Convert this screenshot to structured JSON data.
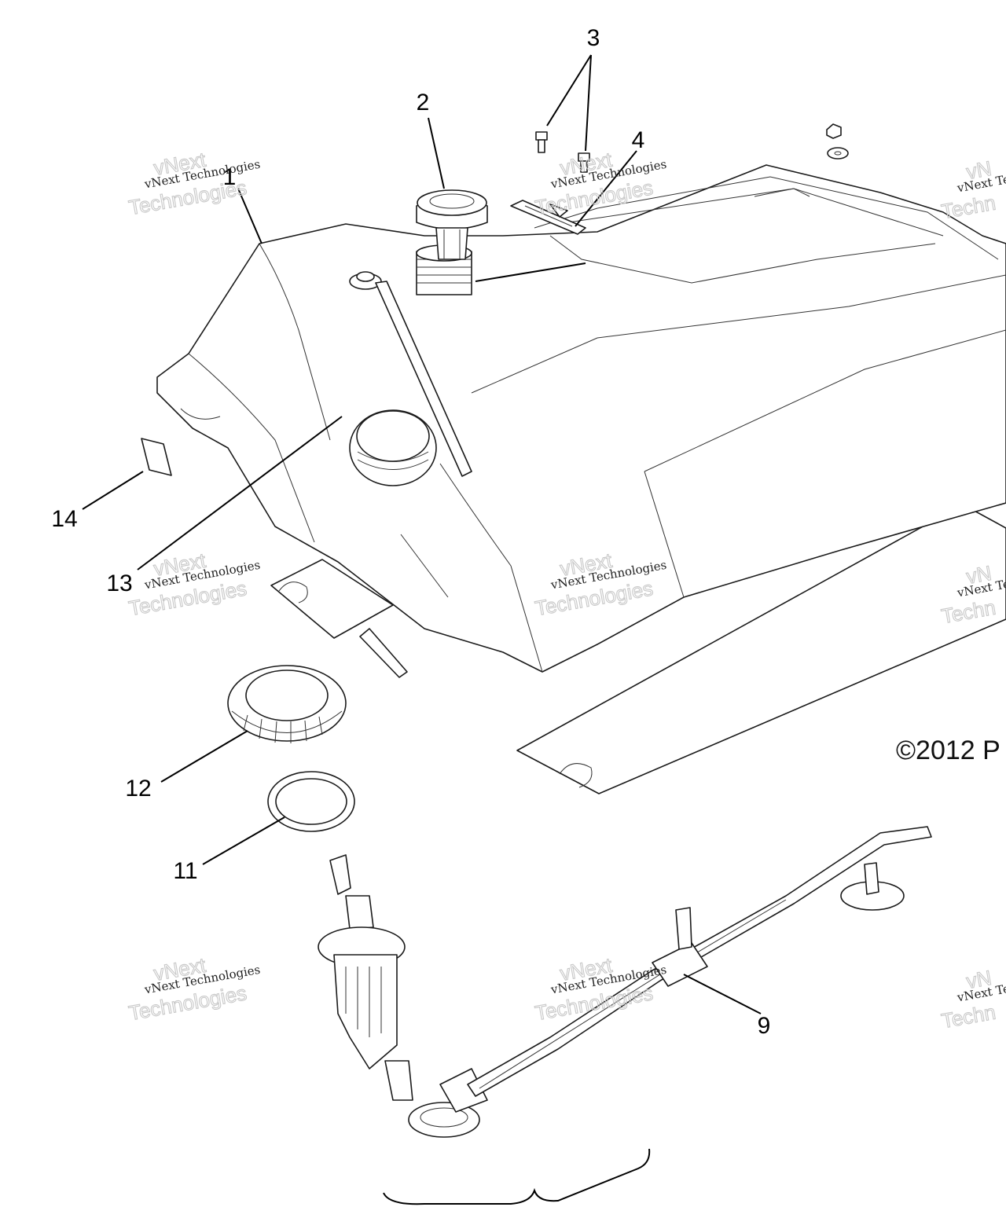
{
  "callouts": [
    {
      "id": "1",
      "text": "1"
    },
    {
      "id": "2",
      "text": "2"
    },
    {
      "id": "3",
      "text": "3"
    },
    {
      "id": "4",
      "text": "4"
    },
    {
      "id": "9",
      "text": "9"
    },
    {
      "id": "11",
      "text": "11"
    },
    {
      "id": "12",
      "text": "12"
    },
    {
      "id": "13",
      "text": "13"
    },
    {
      "id": "14",
      "text": "14"
    }
  ],
  "copyright": "©2012 P",
  "watermark": {
    "line1": "vNext Technologies",
    "line2": "vNext",
    "line3": "Technologies",
    "edge_line1": "vNext Te",
    "edge_line2": "vN",
    "edge_line3": "Techn"
  },
  "colors": {
    "stroke": "#1a1a1a",
    "watermark": "#c8c8c8"
  }
}
